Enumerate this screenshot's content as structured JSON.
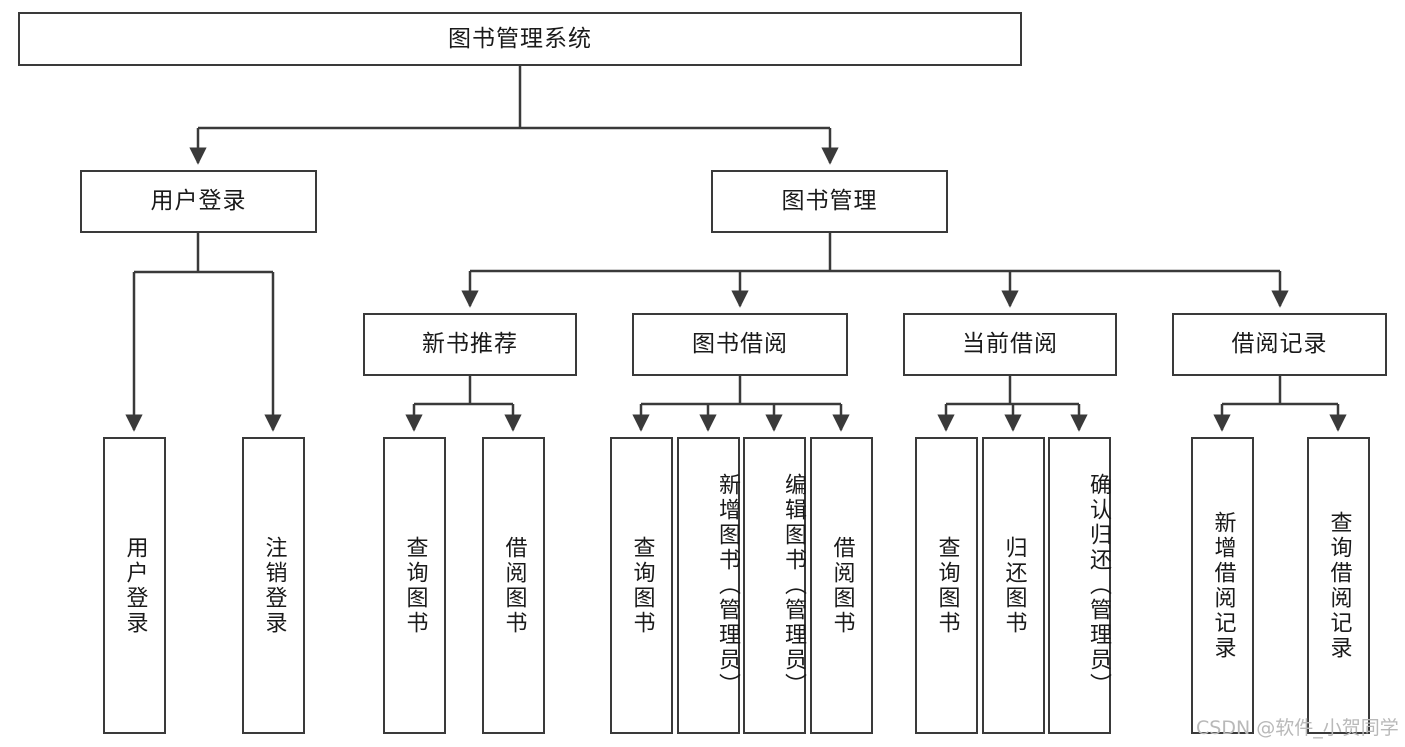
{
  "diagram": {
    "title": "图书管理系统",
    "watermark": "CSDN @软件_小贺同学",
    "colors": {
      "box_stroke": "#3a3a3a",
      "box_fill": "#ffffff",
      "connector": "#3a3a3a",
      "text": "#1a1a1a",
      "watermark": "#b9b9b9"
    },
    "nodes": {
      "root": {
        "label": "图书管理系统"
      },
      "level2": [
        {
          "key": "user_login",
          "label": "用户登录"
        },
        {
          "key": "book_manage",
          "label": "图书管理"
        }
      ],
      "level3": [
        {
          "key": "new_book_rec",
          "label": "新书推荐"
        },
        {
          "key": "book_borrow",
          "label": "图书借阅"
        },
        {
          "key": "current_borrow",
          "label": "当前借阅"
        },
        {
          "key": "borrow_record",
          "label": "借阅记录"
        }
      ],
      "leaves": {
        "user_login": [
          {
            "key": "leaf_user_login",
            "label": "用户登录"
          },
          {
            "key": "leaf_user_logout",
            "label": "注销登录"
          }
        ],
        "new_book_rec": [
          {
            "key": "leaf_query_book_1",
            "label": "查询图书"
          },
          {
            "key": "leaf_borrow_book_1",
            "label": "借阅图书"
          }
        ],
        "book_borrow": [
          {
            "key": "leaf_query_book_2",
            "label": "查询图书"
          },
          {
            "key": "leaf_add_book",
            "label": "新增图书（管理员）"
          },
          {
            "key": "leaf_edit_book",
            "label": "编辑图书（管理员）"
          },
          {
            "key": "leaf_borrow_book_2",
            "label": "借阅图书"
          }
        ],
        "current_borrow": [
          {
            "key": "leaf_query_book_3",
            "label": "查询图书"
          },
          {
            "key": "leaf_return_book",
            "label": "归还图书"
          },
          {
            "key": "leaf_confirm_return",
            "label": "确认归还（管理员）"
          }
        ],
        "borrow_record": [
          {
            "key": "leaf_add_record",
            "label": "新增借阅记录"
          },
          {
            "key": "leaf_query_record",
            "label": "查询借阅记录"
          }
        ]
      }
    }
  }
}
